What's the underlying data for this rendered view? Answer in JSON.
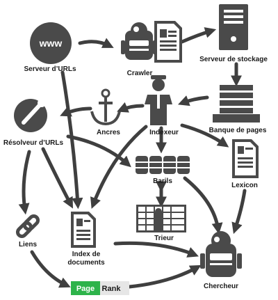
{
  "nodes": {
    "url_server": "Serveur d’URLs",
    "crawler": "Crawler",
    "storage_server": "Serveur de stockage",
    "anchors": "Ancres",
    "indexer": "Indexeur",
    "page_bank": "Banque de pages",
    "url_resolver": "Résolveur d’URLs",
    "barrels": "Barils",
    "lexicon": "Lexicon",
    "sorter": "Trieur",
    "links": "Liens",
    "doc_index_line1": "Index de",
    "doc_index_line2": "documents",
    "searcher": "Chercheur"
  },
  "globe_text": "www",
  "pagerank": {
    "left": "Page",
    "right": "Rank"
  },
  "colors": {
    "icon": "#4a4a4a",
    "arrow": "#3f3f3f",
    "pagerank_green": "#2db34a",
    "pagerank_grey": "#e6e6e6"
  },
  "icons": [
    "globe-icon",
    "robot-icon",
    "document-icon",
    "server-tower-icon",
    "anchor-icon",
    "person-icon",
    "paper-stack-icon",
    "wrench-icon",
    "barrels-icon",
    "link-chain-icon",
    "sorting-boxes-icon"
  ]
}
